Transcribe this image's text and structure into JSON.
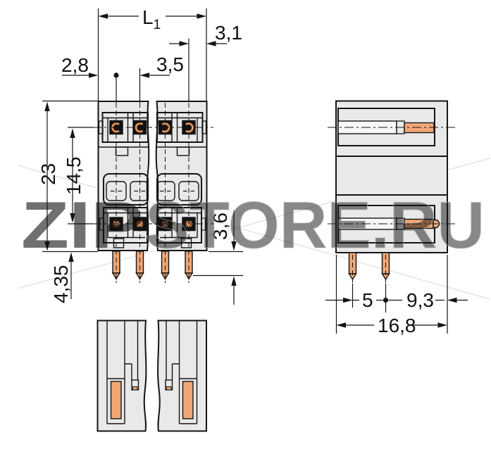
{
  "watermark": {
    "zip": "ZIP",
    "store": "STORE.RU"
  },
  "dims": {
    "l1": "L",
    "l1_sub": "1",
    "d31": "3,1",
    "d28": "2,8",
    "d35": "3,5",
    "d23": "23",
    "d145": "14,5",
    "d36": "3,6",
    "d435": "4,35",
    "d5": "5",
    "d93": "9,3",
    "d168": "16,8"
  },
  "colors": {
    "line": "#151515",
    "body_fill": "#e9e9e9",
    "channel_fill": "#f7f7f7",
    "contact_orange": "#f0a775",
    "contact_black": "#111111",
    "watermark_orange": "#f0a050",
    "watermark_gray": "#d9d9d9",
    "faint_line": "#d8d8d8"
  }
}
